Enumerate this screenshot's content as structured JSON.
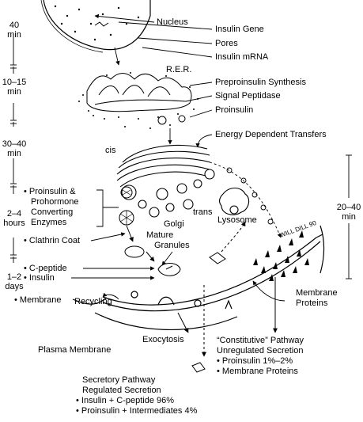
{
  "labels": {
    "nucleus": "Nucleus",
    "insulin_gene": "Insulin Gene",
    "pores": "Pores",
    "insulin_mrna": "Insulin mRNA",
    "rer": "R.E.R.",
    "preproinsulin_synthesis": "Preproinsulin Synthesis",
    "signal_peptidase": "Signal Peptidase",
    "proinsulin": "Proinsulin",
    "energy_dependent_transfers": "Energy Dependent Transfers",
    "cis": "cis",
    "golgi": "Golgi",
    "trans": "trans",
    "lysosome": "Lysosome",
    "will_dill": "WILL DILL 90",
    "mature_granules_1": "Mature",
    "mature_granules_2": "Granules",
    "membrane_proteins_1": "Membrane",
    "membrane_proteins_2": "Proteins",
    "exocytosis": "Exocytosis",
    "plasma_membrane": "Plasma  Membrane",
    "recycling": "Recycling"
  },
  "left_list": {
    "converting_1": "Proinsulin &",
    "converting_2": "Prohormone",
    "converting_3": "Converting",
    "converting_4": "Enzymes",
    "clathrin": "Clathrin Coat",
    "c_peptide": "C-peptide",
    "insulin": "Insulin",
    "membrane": "Membrane"
  },
  "times": {
    "t40_1": "40",
    "t40_2": "min",
    "t1015_1": "10–15",
    "t1015_2": "min",
    "t3040_1": "30–40",
    "t3040_2": "min",
    "t24_1": "2–4",
    "t24_2": "hours",
    "t12_1": "1–2",
    "t12_2": "days",
    "t2040_1": "20–40",
    "t2040_2": "min"
  },
  "constitutive": {
    "title": "“Constitutive” Pathway",
    "subtitle": "Unregulated Secretion",
    "item1": "Proinsulin 1%–2%",
    "item2": "Membrane Proteins"
  },
  "secretory": {
    "title": "Secretory Pathway",
    "subtitle": "Regulated Secretion",
    "item1": "Insulin + C-peptide 96%",
    "item2": "Proinsulin + Intermediates 4%"
  },
  "bullet": "•"
}
